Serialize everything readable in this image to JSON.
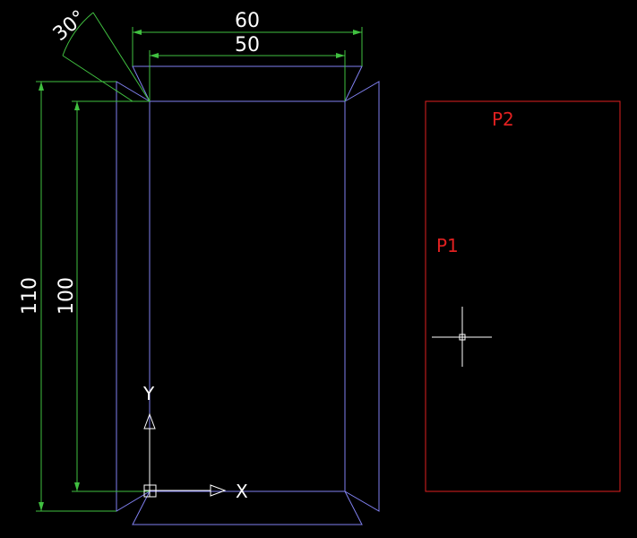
{
  "colors": {
    "background": "#000000",
    "geometry": "#8080f0",
    "dimension": "#40c040",
    "annotation": "#e02020",
    "text": "#ffffff",
    "crosshair": "#ffffff"
  },
  "dimensions": {
    "width_outer": "60",
    "width_inner": "50",
    "height_outer": "110",
    "height_inner": "100",
    "angle": "30°"
  },
  "annotations": {
    "p1": "P1",
    "p2": "P2"
  },
  "ucs": {
    "x_label": "X",
    "y_label": "Y"
  },
  "icons": [
    "crosshair-cursor-icon",
    "ucs-icon"
  ]
}
